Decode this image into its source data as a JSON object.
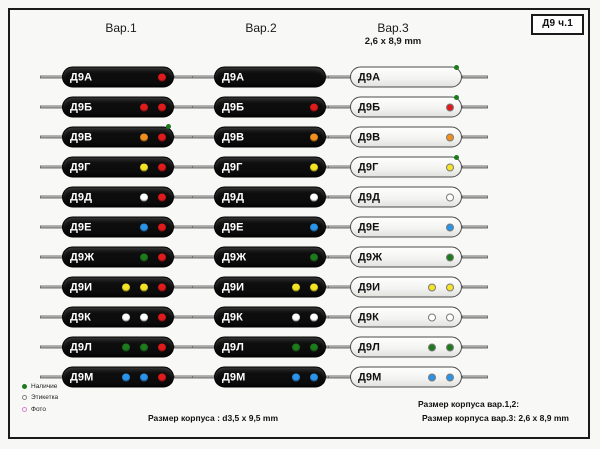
{
  "badge": {
    "label": "Д9 ч.1"
  },
  "columns": [
    {
      "id": "var1",
      "title": "Вар.1",
      "subtitle": ""
    },
    {
      "id": "var2",
      "title": "Вар.2",
      "subtitle": ""
    },
    {
      "id": "var3",
      "title": "Вар.3",
      "subtitle": "2,6 x 8,9 mm"
    }
  ],
  "colors": {
    "red": "#e01b1b",
    "orange": "#f0901e",
    "yellow": "#f5e426",
    "white": "#ffffff",
    "blue": "#2b93e8",
    "green": "#1d7a1d",
    "body_dark": "#0d0d0d",
    "body_light": "#f7f7f5",
    "marker_green": "#1d7a1d",
    "label_gray": "#808080",
    "photo_pink": "#d97fd0"
  },
  "var1": {
    "rows": [
      {
        "label": "Д9А",
        "bands": [
          "red"
        ],
        "marker": false
      },
      {
        "label": "Д9Б",
        "bands": [
          "red",
          "red"
        ],
        "marker": false
      },
      {
        "label": "Д9В",
        "bands": [
          "orange",
          "red"
        ],
        "marker": true
      },
      {
        "label": "Д9Г",
        "bands": [
          "yellow",
          "red"
        ],
        "marker": false
      },
      {
        "label": "Д9Д",
        "bands": [
          "white",
          "red"
        ],
        "marker": false
      },
      {
        "label": "Д9Е",
        "bands": [
          "blue",
          "red"
        ],
        "marker": false
      },
      {
        "label": "Д9Ж",
        "bands": [
          "green",
          "red"
        ],
        "marker": false
      },
      {
        "label": "Д9И",
        "bands": [
          "yellow",
          "yellow",
          "red"
        ],
        "marker": false
      },
      {
        "label": "Д9К",
        "bands": [
          "white",
          "white",
          "red"
        ],
        "marker": false
      },
      {
        "label": "Д9Л",
        "bands": [
          "green",
          "green",
          "red"
        ],
        "marker": false
      },
      {
        "label": "Д9М",
        "bands": [
          "blue",
          "blue",
          "red"
        ],
        "marker": false
      }
    ]
  },
  "var2": {
    "rows": [
      {
        "label": "Д9А",
        "bands": [],
        "marker": false
      },
      {
        "label": "Д9Б",
        "bands": [
          "red"
        ],
        "marker": false
      },
      {
        "label": "Д9В",
        "bands": [
          "orange"
        ],
        "marker": false
      },
      {
        "label": "Д9Г",
        "bands": [
          "yellow"
        ],
        "marker": false
      },
      {
        "label": "Д9Д",
        "bands": [
          "white"
        ],
        "marker": false
      },
      {
        "label": "Д9Е",
        "bands": [
          "blue"
        ],
        "marker": false
      },
      {
        "label": "Д9Ж",
        "bands": [
          "green"
        ],
        "marker": false
      },
      {
        "label": "Д9И",
        "bands": [
          "yellow",
          "yellow"
        ],
        "marker": false
      },
      {
        "label": "Д9К",
        "bands": [
          "white",
          "white"
        ],
        "marker": false
      },
      {
        "label": "Д9Л",
        "bands": [
          "green",
          "green"
        ],
        "marker": false
      },
      {
        "label": "Д9М",
        "bands": [
          "blue",
          "blue"
        ],
        "marker": false
      }
    ]
  },
  "var3": {
    "rows": [
      {
        "label": "Д9А",
        "bands": [],
        "marker": true
      },
      {
        "label": "Д9Б",
        "bands": [
          "red"
        ],
        "marker": true
      },
      {
        "label": "Д9В",
        "bands": [
          "orange"
        ],
        "marker": false
      },
      {
        "label": "Д9Г",
        "bands": [
          "yellow"
        ],
        "marker": true
      },
      {
        "label": "Д9Д",
        "bands": [
          "white"
        ],
        "marker": false
      },
      {
        "label": "Д9Е",
        "bands": [
          "blue"
        ],
        "marker": false
      },
      {
        "label": "Д9Ж",
        "bands": [
          "green"
        ],
        "marker": false
      },
      {
        "label": "Д9И",
        "bands": [
          "yellow",
          "yellow"
        ],
        "marker": false
      },
      {
        "label": "Д9К",
        "bands": [
          "white",
          "white"
        ],
        "marker": false
      },
      {
        "label": "Д9Л",
        "bands": [
          "green",
          "green"
        ],
        "marker": false
      },
      {
        "label": "Д9М",
        "bands": [
          "blue",
          "blue"
        ],
        "marker": false
      }
    ]
  },
  "legend": {
    "items": [
      {
        "label": "Наличие",
        "color": "#1d7a1d",
        "style": "solid"
      },
      {
        "label": "Этикетка",
        "color": "#808080",
        "style": "ring"
      },
      {
        "label": "Фото",
        "color": "#d97fd0",
        "style": "ring"
      }
    ]
  },
  "notes": {
    "center": "Размер корпуса : d3,5 x 9,5 mm",
    "right_1": "Размер корпуса вар.1,2:",
    "right_2": "Размер корпуса вар.3: 2,6 x 8,9 mm"
  }
}
